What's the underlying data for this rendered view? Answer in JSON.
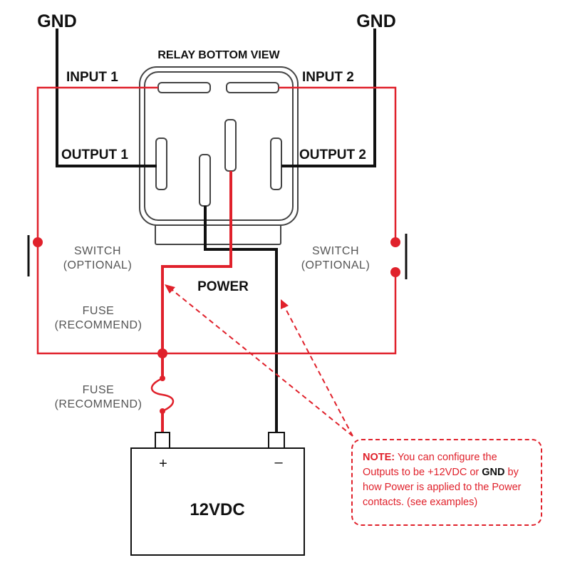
{
  "labels": {
    "gnd_left": "GND",
    "gnd_right": "GND",
    "relay_title": "RELAY BOTTOM VIEW",
    "input1": "INPUT 1",
    "input2": "INPUT 2",
    "output1": "OUTPUT 1",
    "output2": "OUTPUT 2",
    "switch_left_1": "SWITCH",
    "switch_left_2": "(OPTIONAL)",
    "switch_right_1": "SWITCH",
    "switch_right_2": "(OPTIONAL)",
    "power": "POWER",
    "fuse_upper_1": "FUSE",
    "fuse_upper_2": "(RECOMMEND)",
    "fuse_lower_1": "FUSE",
    "fuse_lower_2": "(RECOMMEND)",
    "battery": "12VDC",
    "plus": "+",
    "minus": "–"
  },
  "note": {
    "prefix": "NOTE:",
    "text1": "You can configure the Outputs to be +12VDC or",
    "gnd": "GND",
    "text2": "by how Power is applied to the Power contacts.  (see examples)"
  },
  "colors": {
    "red": "#e0212b",
    "black": "#111111",
    "gray_outline": "#444444",
    "light_text": "#555555"
  }
}
